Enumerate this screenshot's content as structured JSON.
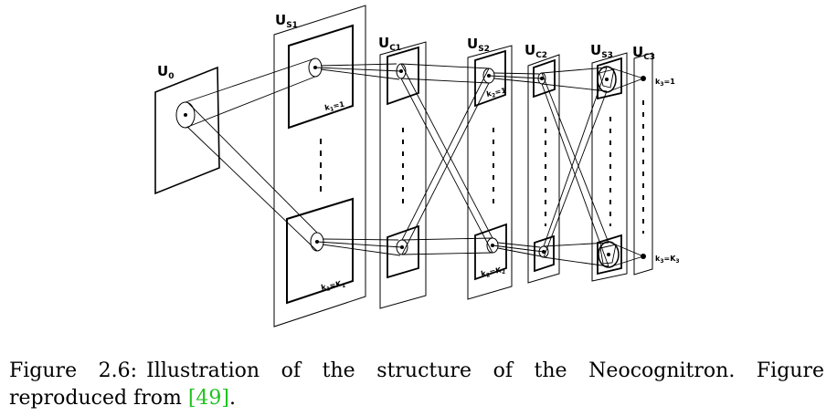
{
  "figure": {
    "layers": [
      {
        "id": "u0",
        "main": "U",
        "sub": "0"
      },
      {
        "id": "us1",
        "main": "U",
        "sub": "S1"
      },
      {
        "id": "uc1",
        "main": "U",
        "sub": "C1"
      },
      {
        "id": "us2",
        "main": "U",
        "sub": "S2"
      },
      {
        "id": "uc2",
        "main": "U",
        "sub": "C2"
      },
      {
        "id": "us3",
        "main": "U",
        "sub": "S3"
      },
      {
        "id": "uc3",
        "main": "U",
        "sub": "C3"
      }
    ],
    "plane_labels": {
      "s1_top": {
        "main": "k",
        "sub": "1",
        "rest": "=1"
      },
      "s1_bottom": {
        "main": "k",
        "sub": "1",
        "rest": "=K",
        "sub2": "1"
      },
      "s2_top": {
        "main": "k",
        "sub": "2",
        "rest": "=1"
      },
      "s2_bottom": {
        "main": "k",
        "sub": "2",
        "rest": "=K",
        "sub2": "2"
      },
      "c3_top": {
        "main": "k",
        "sub": "3",
        "rest": "=1"
      },
      "c3_bottom": {
        "main": "k",
        "sub": "3",
        "rest": "=K",
        "sub2": "3"
      }
    }
  },
  "caption": {
    "label": "Figure 2.6:",
    "text": "Illustration of the structure of the Neocognitron.  Figure reproduced from ",
    "citation": "[49]",
    "suffix": "."
  }
}
